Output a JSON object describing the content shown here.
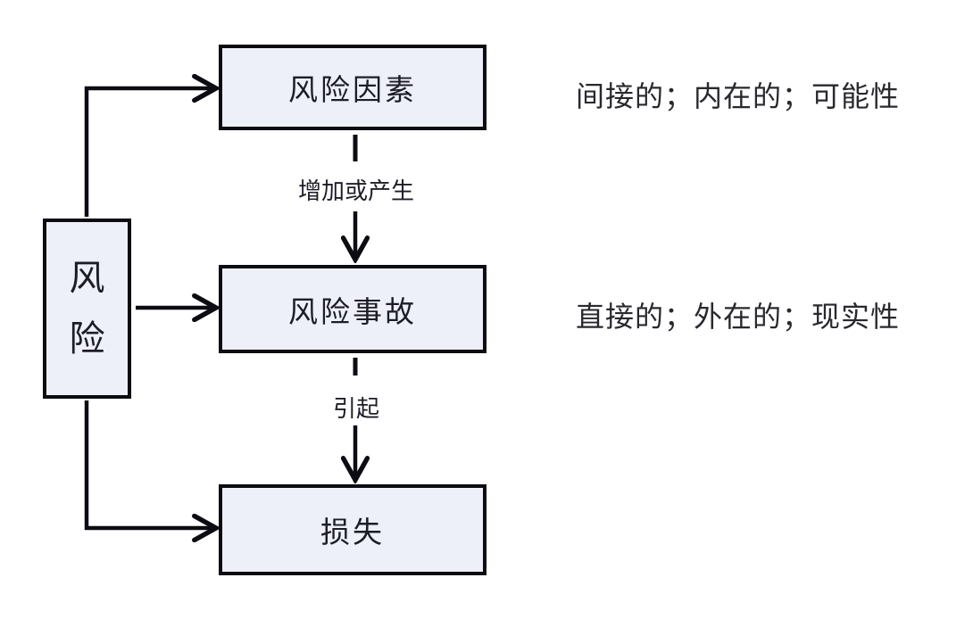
{
  "diagram": {
    "nodes": {
      "risk": {
        "label": "风险"
      },
      "factor": {
        "label": "风险因素"
      },
      "accident": {
        "label": "风险事故"
      },
      "loss": {
        "label": "损失"
      }
    },
    "edges": {
      "factor_to_accident": {
        "label": "增加或产生"
      },
      "accident_to_loss": {
        "label": "引起"
      }
    },
    "annotations": {
      "factor_note": "间接的；内在的；可能性",
      "accident_note": "直接的；外在的；现实性"
    },
    "colors": {
      "node_fill": "#eef0f9",
      "node_border": "#0c0c12",
      "arrow": "#0c0c12",
      "text": "#1d1d27",
      "background": "#ffffff"
    }
  }
}
